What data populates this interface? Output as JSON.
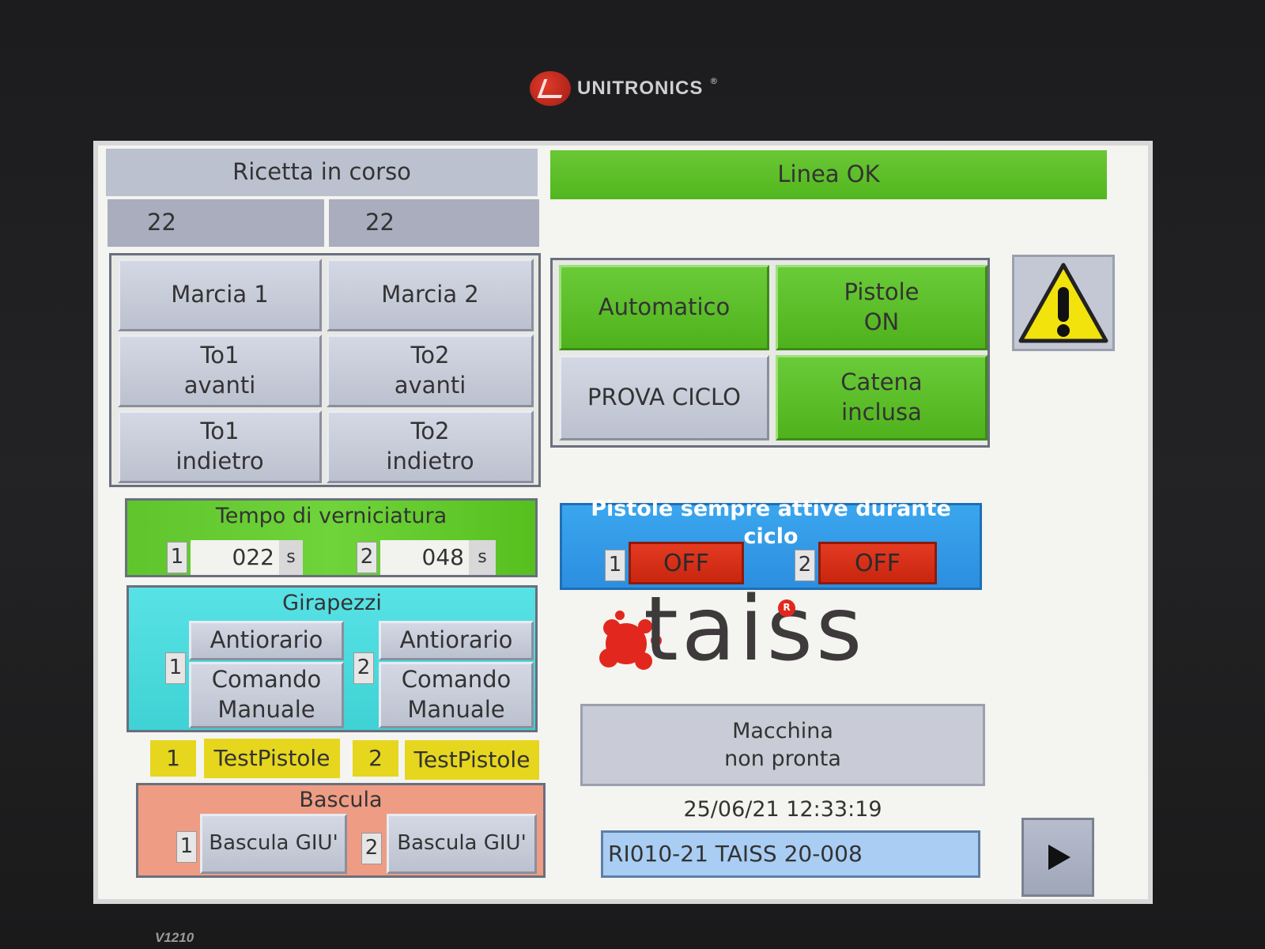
{
  "device": {
    "brand": "UNITRONICS",
    "brand_mark": "®",
    "model": "V1210"
  },
  "recipe": {
    "title": "Ricetta in corso",
    "value_1": "22",
    "value_2": "22"
  },
  "line_status": "Linea OK",
  "manual": {
    "marcia_1": "Marcia 1",
    "marcia_2": "Marcia 2",
    "to1_avanti": "To1\navanti",
    "to2_avanti": "To2\navanti",
    "to1_indietro": "To1\nindietro",
    "to2_indietro": "To2\nindietro"
  },
  "modes": {
    "automatico": "Automatico",
    "pistole_on": "Pistole\nON",
    "prova_ciclo": "PROVA CICLO",
    "catena_inclusa": "Catena\ninclusa"
  },
  "paint_time": {
    "title": "Tempo di verniciatura",
    "idx_1": "1",
    "value_1": "022",
    "unit_1": "s",
    "idx_2": "2",
    "value_2": "048",
    "unit_2": "s"
  },
  "guns_active": {
    "title": "Pistole sempre attive durante ciclo",
    "idx_1": "1",
    "state_1": "OFF",
    "idx_2": "2",
    "state_2": "OFF"
  },
  "girapezzi": {
    "title": "Girapezzi",
    "idx_1": "1",
    "antiorario_1": "Antiorario",
    "comando_1": "Comando\nManuale",
    "idx_2": "2",
    "antiorario_2": "Antiorario",
    "comando_2": "Comando\nManuale"
  },
  "test_guns": {
    "idx_1": "1",
    "label_1": "TestPistole",
    "idx_2": "2",
    "label_2": "TestPistole"
  },
  "bascula": {
    "title": "Bascula",
    "idx_1": "1",
    "label_1": "Bascula GIU'",
    "idx_2": "2",
    "label_2": "Bascula GIU'"
  },
  "logo": {
    "text": "taiss",
    "mark": "R"
  },
  "machine_status": "Macchina\nnon pronta",
  "datetime": "25/06/21 12:33:19",
  "project_id": "RI010-21 TAISS 20-008",
  "icons": {
    "warning": "warning-triangle-icon",
    "next": "play-arrow-icon"
  },
  "colors": {
    "ok_green": "#52b71e",
    "off_red": "#c8260f",
    "panel_blue": "#2c8ee0",
    "girapezzi_cyan": "#3fd2d4",
    "bascula_salmon": "#ef9c84",
    "test_yellow": "#e6d61e"
  }
}
